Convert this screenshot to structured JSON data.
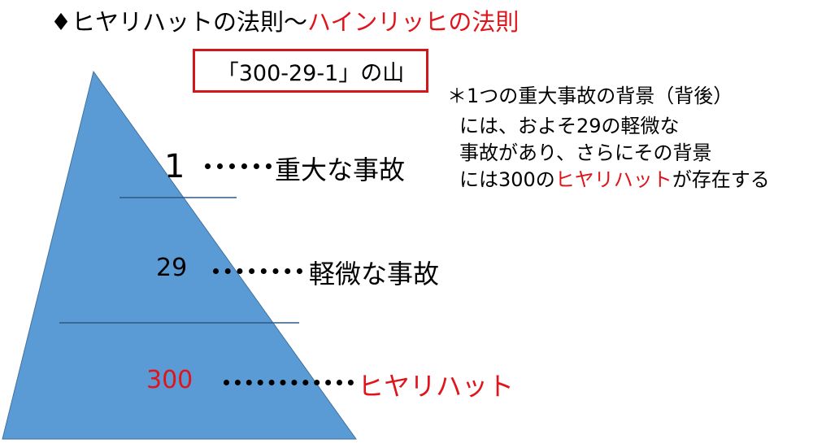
{
  "title": {
    "prefix": "♦ヒヤリハットの法則〜",
    "highlight": "ハインリッヒの法則"
  },
  "box_label": "「300-29-1」の山",
  "note": {
    "line1": "＊1つの重大事故の背景（背後）",
    "line2": "には、およそ29の軽微な",
    "line3": "事故があり、さらにその背景",
    "line4_prefix": "には300の",
    "line4_highlight": "ヒヤリハット",
    "line4_suffix": "が存在する"
  },
  "levels": [
    {
      "number": "1",
      "label": "重大な事故"
    },
    {
      "number": "29",
      "label": "軽微な事故"
    },
    {
      "number": "300",
      "label": "ヒヤリハット"
    }
  ],
  "colors": {
    "pyramid": "#5b9bd5",
    "accent": "#e0141b"
  }
}
